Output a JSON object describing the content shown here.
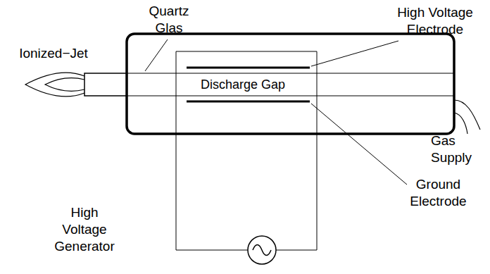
{
  "diagram": {
    "labels": [
      "Ionized−Jet",
      "Quartz Glas",
      "High Voltage Electrode",
      "Discharge Gap",
      "Gas Supply",
      "Ground Electrode",
      "High Voltage Generator"
    ]
  }
}
